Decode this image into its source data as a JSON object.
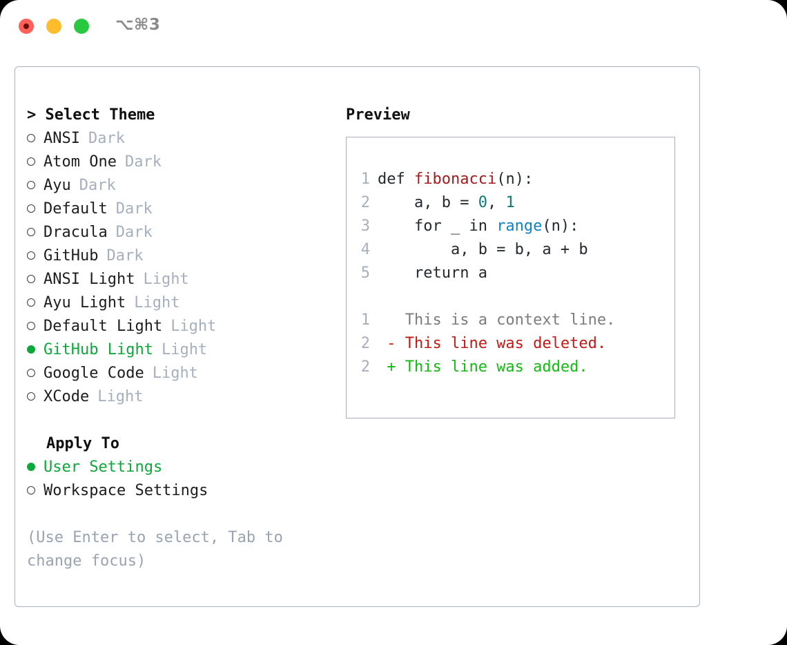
{
  "window": {
    "shortcut": "⌥⌘3",
    "traffic_lights": [
      {
        "name": "close",
        "color": "#ff6058"
      },
      {
        "name": "minimize",
        "color": "#ffbd2e"
      },
      {
        "name": "maximize",
        "color": "#28c840"
      }
    ]
  },
  "theme_picker": {
    "header": "> Select Theme",
    "options": [
      {
        "label": "ANSI",
        "tag": "Dark",
        "selected": false
      },
      {
        "label": "Atom One",
        "tag": "Dark",
        "selected": false
      },
      {
        "label": "Ayu",
        "tag": "Dark",
        "selected": false
      },
      {
        "label": "Default",
        "tag": "Dark",
        "selected": false
      },
      {
        "label": "Dracula",
        "tag": "Dark",
        "selected": false
      },
      {
        "label": "GitHub",
        "tag": "Dark",
        "selected": false
      },
      {
        "label": "ANSI Light",
        "tag": "Light",
        "selected": false
      },
      {
        "label": "Ayu Light",
        "tag": "Light",
        "selected": false
      },
      {
        "label": "Default Light",
        "tag": "Light",
        "selected": false
      },
      {
        "label": "GitHub Light",
        "tag": "Light",
        "selected": true
      },
      {
        "label": "Google Code",
        "tag": "Light",
        "selected": false
      },
      {
        "label": "XCode",
        "tag": "Light",
        "selected": false
      }
    ]
  },
  "apply_to": {
    "header": "Apply To",
    "options": [
      {
        "label": "User Settings",
        "selected": true
      },
      {
        "label": "Workspace Settings",
        "selected": false
      }
    ]
  },
  "hint": "(Use Enter to select, Tab to change focus)",
  "preview": {
    "title": "Preview",
    "code_lines": [
      {
        "num": "1",
        "parts": [
          {
            "t": "def ",
            "c": "plain"
          },
          {
            "t": "fibonacci",
            "c": "fn"
          },
          {
            "t": "(n):",
            "c": "plain"
          }
        ]
      },
      {
        "num": "2",
        "parts": [
          {
            "t": "    a, b = ",
            "c": "plain"
          },
          {
            "t": "0",
            "c": "num"
          },
          {
            "t": ", ",
            "c": "plain"
          },
          {
            "t": "1",
            "c": "num"
          }
        ]
      },
      {
        "num": "3",
        "parts": [
          {
            "t": "    for _ in ",
            "c": "plain"
          },
          {
            "t": "range",
            "c": "call"
          },
          {
            "t": "(n):",
            "c": "plain"
          }
        ]
      },
      {
        "num": "4",
        "parts": [
          {
            "t": "        a, b = b, a + b",
            "c": "plain"
          }
        ]
      },
      {
        "num": "5",
        "parts": [
          {
            "t": "    return a",
            "c": "plain"
          }
        ]
      }
    ],
    "diff_lines": [
      {
        "num": "1",
        "marker": " ",
        "text": "This is a context line.",
        "kind": "ctx"
      },
      {
        "num": "2",
        "marker": "-",
        "text": "This line was deleted.",
        "kind": "del"
      },
      {
        "num": "2",
        "marker": "+",
        "text": "This line was added.",
        "kind": "add"
      }
    ]
  },
  "colors": {
    "accent_green": "#0ca83a",
    "muted": "#a6afbe",
    "border": "#a9b1c0",
    "diff_add": "#12ba12",
    "diff_del": "#c41a16",
    "diff_ctx": "#7c7c7c"
  }
}
